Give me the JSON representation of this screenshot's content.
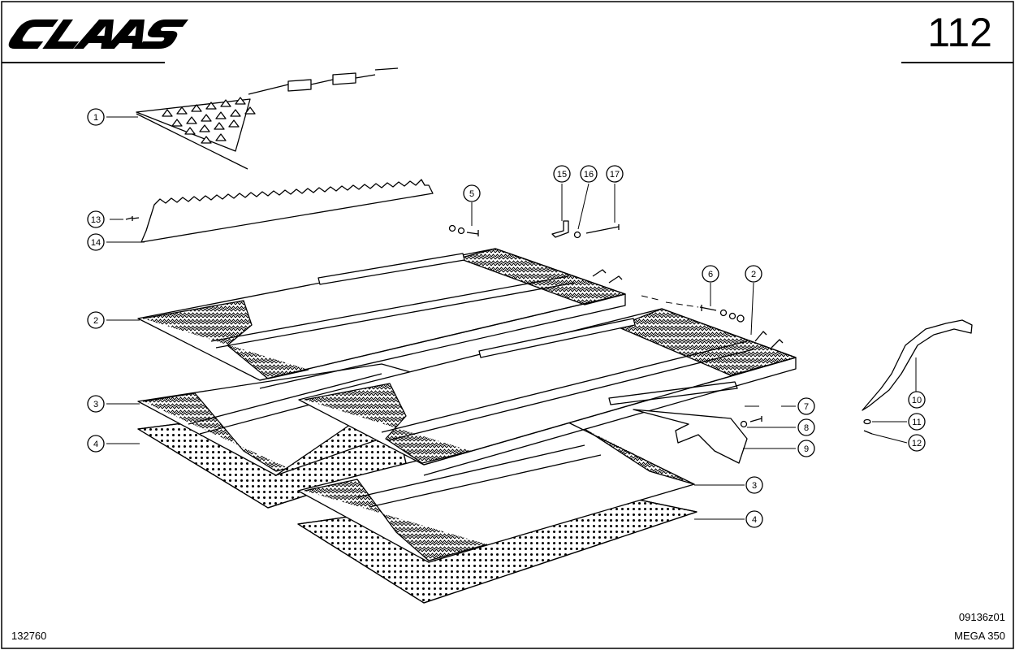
{
  "header": {
    "brand": "CLAAS",
    "page_number": "112"
  },
  "footer": {
    "drawing_code": "09136z01",
    "model": "MEGA 350",
    "sheet_number": "132760"
  },
  "callouts": [
    "1",
    "2",
    "2",
    "3",
    "3",
    "4",
    "4",
    "5",
    "6",
    "7",
    "8",
    "9",
    "10",
    "11",
    "12",
    "13",
    "14",
    "15",
    "16",
    "17"
  ],
  "icons": {
    "brand_logo": "claas-logo"
  },
  "colors": {
    "ink": "#000000",
    "paper": "#ffffff"
  }
}
